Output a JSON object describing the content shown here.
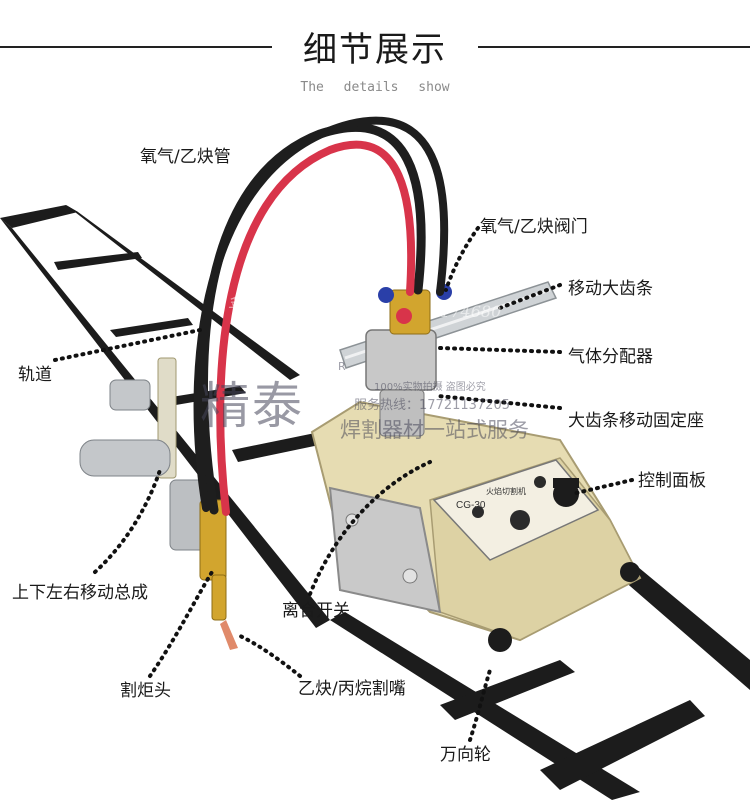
{
  "header": {
    "title": "细节展示",
    "subtitle": "The details show"
  },
  "labels": {
    "hose": "氧气/乙炔管",
    "valve": "氧气/乙炔阀门",
    "rack": "移动大齿条",
    "distributor": "气体分配器",
    "track": "轨道",
    "rack_mount": "大齿条移动固定座",
    "control_panel": "控制面板",
    "adjust_assembly": "上下左右移动总成",
    "clutch": "离合开关",
    "torch_head": "割炬头",
    "nozzle": "乙炔/丙烷割嘴",
    "caster": "万向轮"
  },
  "watermark": {
    "brand": "精泰",
    "slogan": "焊割器材一站式服务",
    "line1": "100%实物拍摄 盗图必究",
    "line2": "服务热线：17721137205",
    "faint": "金泰焊割",
    "faint_num": "1174680",
    "reg_mark": "R"
  },
  "machine": {
    "model": "CG-30",
    "panel_title": "火焰切割机"
  },
  "colors": {
    "rail": "#1c1c1c",
    "body": "#e6dcb2",
    "hose_red": "#d8344a",
    "hose_black": "#1e1e1e",
    "brass": "#d2a52e",
    "valve_blue": "#2a3fa8",
    "nozzle_copper": "#e08a6a"
  }
}
